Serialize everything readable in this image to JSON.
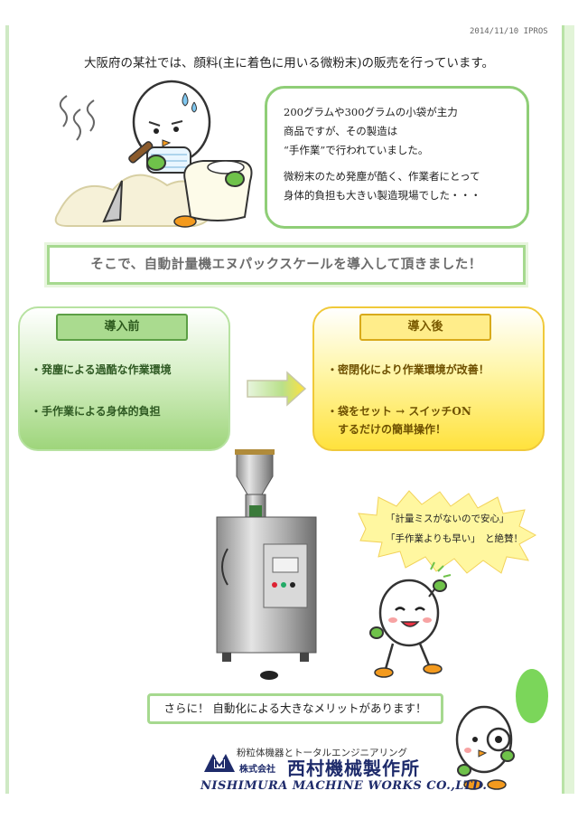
{
  "header": {
    "date": "2014/11/10 IPROS",
    "headline": "大阪府の某社では、顔料(主に着色に用いる微粉末)の販売を行っています。"
  },
  "speech": {
    "para1": "200グラムや300グラムの小袋が主力\n商品ですが、その製造は\n“手作業”で行われていました。",
    "para2": "微粉末のため発塵が酷く、作業者にとって\n身体的負担も大きい製造現場でした・・・"
  },
  "banner": {
    "text": "そこで、自動計量機エヌパックスケールを導入して頂きました！"
  },
  "before": {
    "title": "導入前",
    "items": [
      "・発塵による過酷な作業環境",
      "・手作業による身体的負担"
    ]
  },
  "after": {
    "title": "導入後",
    "items": [
      "・密閉化により作業環境が改善！",
      "・袋をセット → スイッチON\n　するだけの簡単操作！"
    ]
  },
  "bubble": {
    "line1": "「計量ミスがないので安心」",
    "line2": "「手作業よりも早い」　と絶賛！"
  },
  "bottom_message": "さらに！ 自動化による大きなメリットがあります！",
  "footer": {
    "subtitle": "粉粒体機器とトータルエンジニアリング",
    "company_prefix": "株式会社",
    "company_name": "西村機械製作所",
    "company_en": "NISHIMURA MACHINE WORKS CO.,LTD."
  },
  "colors": {
    "green_accent": "#8fce77",
    "yellow_accent": "#ffe23d",
    "navy_brand": "#1e2b6b"
  }
}
